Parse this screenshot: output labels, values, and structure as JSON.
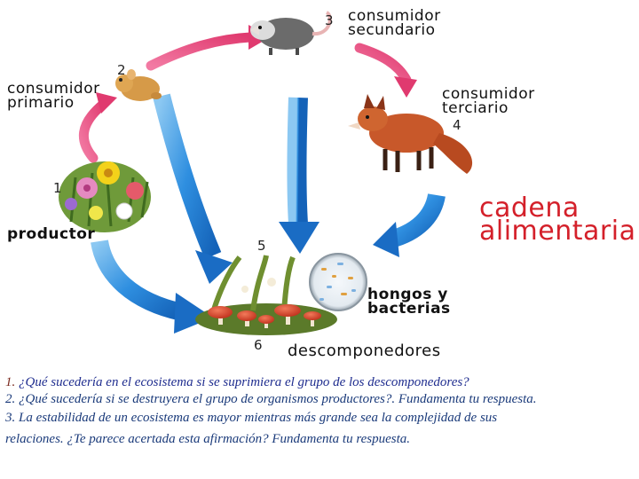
{
  "diagram": {
    "title_line1": "cadena",
    "title_line2": "alimentaria",
    "nodes": [
      {
        "number": "1",
        "label_line1": "productor",
        "label_line2": ""
      },
      {
        "number": "2",
        "label_line1": "consumidor",
        "label_line2": "primario"
      },
      {
        "number": "3",
        "label_line1": "consumidor",
        "label_line2": "secundario"
      },
      {
        "number": "4",
        "label_line1": "consumidor",
        "label_line2": "terciario"
      },
      {
        "number": "5",
        "label_line1": "hongos y",
        "label_line2": "bacterias"
      },
      {
        "number": "6",
        "label_line1": "descomponedores",
        "label_line2": ""
      }
    ],
    "colors": {
      "arrow_pink": "#e8457a",
      "arrow_blue": "#1f7fd0",
      "title": "#d4202a"
    }
  },
  "questions": {
    "q1_number": "1.",
    "q1_text": "¿Qué sucedería en el ecosistema si se suprimiera el grupo de los descomponedores?",
    "q2_text": "2. ¿Qué sucedería si se destruyera el grupo de organismos productores?. Fundamenta tu respuesta.",
    "q3_line1": "3. La estabilidad de un ecosistema es mayor mientras más grande sea la complejidad de sus",
    "q3_line2": "relaciones. ¿Te parece acertada esta afirmación? Fundamenta tu respuesta."
  }
}
